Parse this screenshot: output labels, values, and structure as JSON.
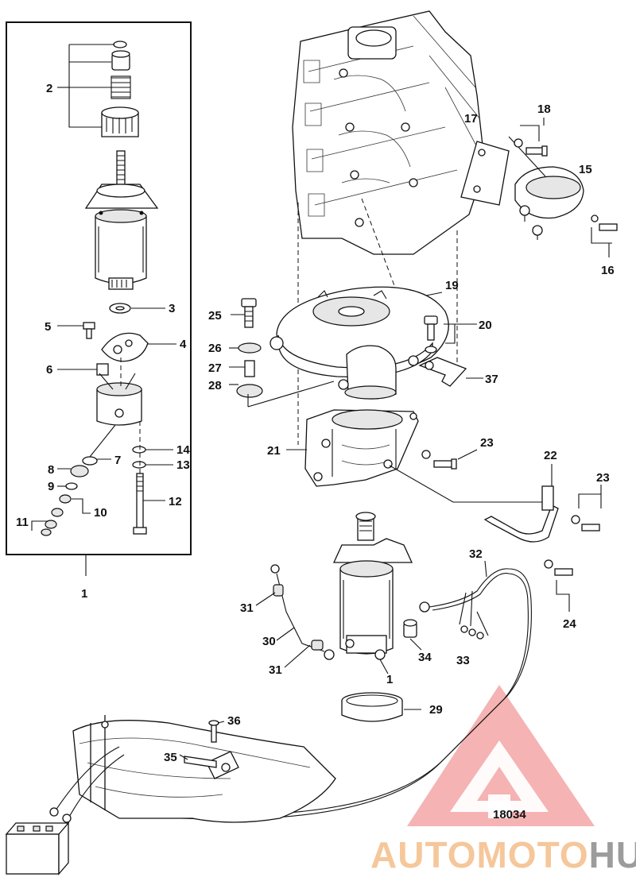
{
  "figure_number": "18034",
  "watermark": {
    "text_part1": "AUTOMOTO",
    "text_part2": "HUB",
    "color_part1": "#f7c99a",
    "color_part2": "#9a9a9a",
    "triangle_color": "#f0a0a0"
  },
  "callouts": {
    "c1_group": "1",
    "c1_starter": "1",
    "c2": "2",
    "c3": "3",
    "c4": "4",
    "c5": "5",
    "c6": "6",
    "c7": "7",
    "c8": "8",
    "c9": "9",
    "c10": "10",
    "c11": "11",
    "c12": "12",
    "c13": "13",
    "c14": "14",
    "c15": "15",
    "c16": "16",
    "c17": "17",
    "c18": "18",
    "c19": "19",
    "c20": "20",
    "c21": "21",
    "c22": "22",
    "c23a": "23",
    "c23b": "23",
    "c24": "24",
    "c25": "25",
    "c26": "26",
    "c27": "27",
    "c28": "28",
    "c29": "29",
    "c30": "30",
    "c31a": "31",
    "c31b": "31",
    "c32": "32",
    "c33": "33",
    "c34": "34",
    "c35": "35",
    "c36": "36",
    "c37": "37"
  },
  "colors": {
    "ink": "#111111",
    "paper": "#ffffff"
  }
}
